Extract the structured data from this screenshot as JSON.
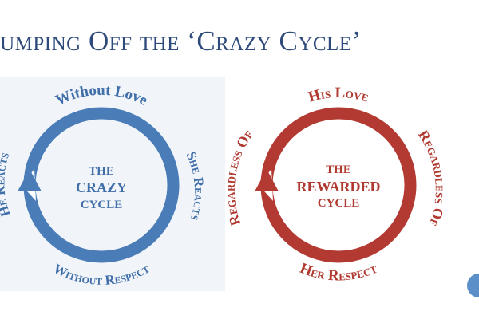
{
  "title": "Jumping Off the ‘Crazy Cycle’",
  "crazy_cycle": {
    "center_lines": [
      "THE",
      "CRAZY",
      "CYCLE"
    ],
    "top_label": "Without Love",
    "right_label": "She Reacts",
    "bottom_label": "Without Respect",
    "left_label": "He Reacts",
    "color": "#3f6ea8",
    "ring_color": "#4a7cb8"
  },
  "rewarded_cycle": {
    "center_lines": [
      "THE",
      "REWARDED",
      "CYCLE"
    ],
    "top_label": "His Love",
    "right_label": "Regardless Of",
    "bottom_label": "Her Respect",
    "left_label": "Regardless Of",
    "color": "#b03a30",
    "ring_color": "#b33a32"
  }
}
